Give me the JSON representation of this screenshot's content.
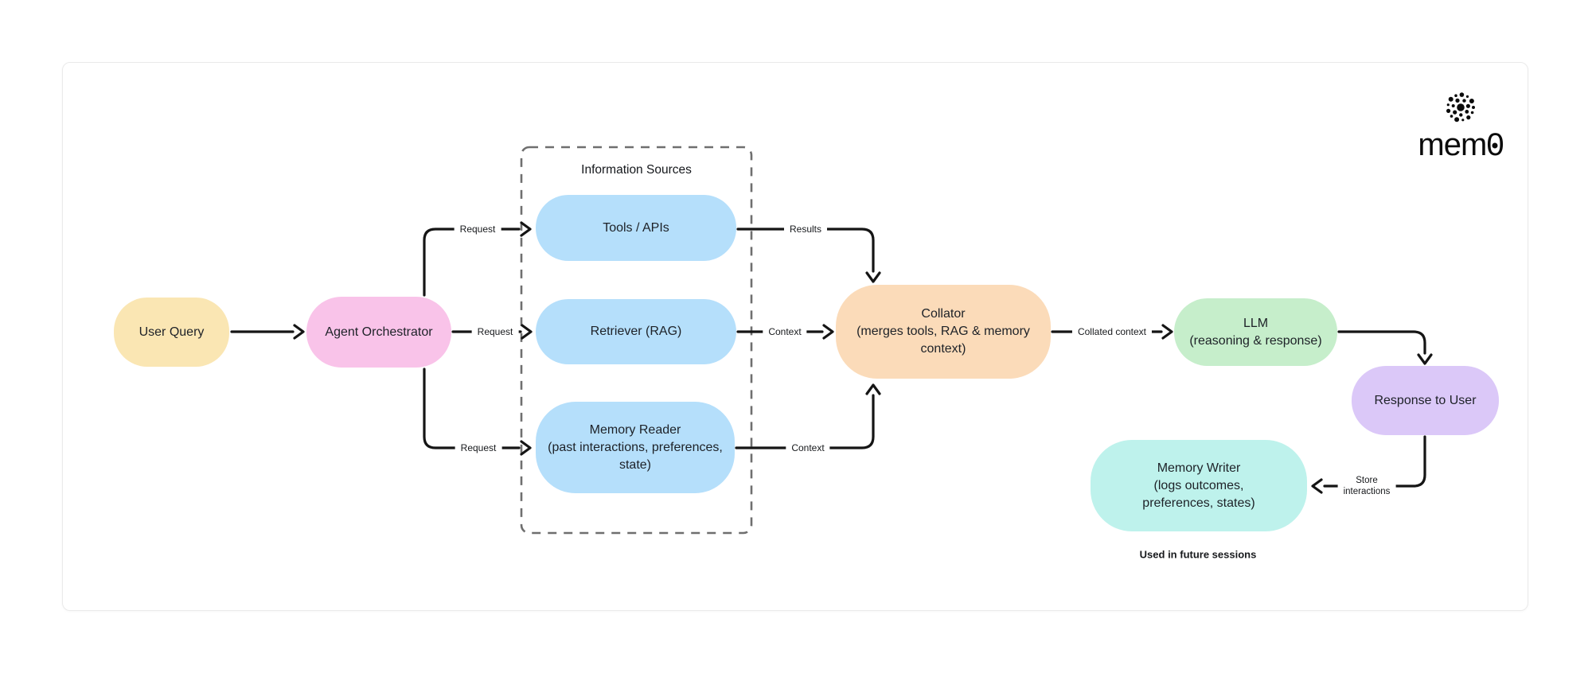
{
  "logo": {
    "brand": "mem0",
    "wordmark_prefix": "mem",
    "wordmark_zero": "0"
  },
  "group": {
    "title": "Information Sources"
  },
  "nodes": {
    "user_query": {
      "label": "User Query",
      "color": "#fae6b3"
    },
    "agent_orchestrator": {
      "label": "Agent Orchestrator",
      "color": "#f9c3e9"
    },
    "tools_apis": {
      "label": "Tools / APIs",
      "color": "#b5dffb"
    },
    "retriever_rag": {
      "label": "Retriever (RAG)",
      "color": "#b5dffb"
    },
    "memory_reader": {
      "label": "Memory Reader\n(past interactions, preferences,\nstate)",
      "color": "#b5dffb"
    },
    "collator": {
      "label": "Collator\n(merges tools, RAG & memory\ncontext)",
      "color": "#fbdbb9"
    },
    "llm": {
      "label": "LLM\n(reasoning & response)",
      "color": "#c6eecb"
    },
    "response_to_user": {
      "label": "Response to User",
      "color": "#dbc8f8"
    },
    "memory_writer": {
      "label": "Memory Writer\n(logs outcomes,\npreferences, states)",
      "color": "#bef2ec"
    }
  },
  "edge_labels": {
    "request_top": "Request",
    "request_mid": "Request",
    "request_bottom": "Request",
    "results": "Results",
    "context_mid": "Context",
    "context_bottom": "Context",
    "collated_context": "Collated context",
    "store_interactions": "Store\ninteractions",
    "future_note": "Used in future sessions"
  },
  "colors": {
    "arrow": "#151515",
    "dashed_border": "#6f6f6f",
    "node_text": "#1d2127",
    "card_border": "#eaeaea"
  }
}
